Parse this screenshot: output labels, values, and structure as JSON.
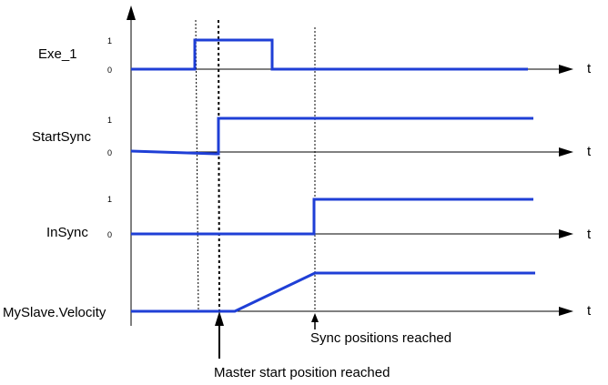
{
  "colors": {
    "signal": "#1f3fd6",
    "axis": "#000000",
    "background": "#ffffff"
  },
  "diagram": {
    "signals": [
      {
        "name": "Exe_1",
        "level_high": "1",
        "level_low": "0",
        "time_label": "t"
      },
      {
        "name": "StartSync",
        "level_high": "1",
        "level_low": "0",
        "time_label": "t"
      },
      {
        "name": "InSync",
        "level_high": "1",
        "level_low": "0",
        "time_label": "t"
      },
      {
        "name": "MySlave.Velocity",
        "time_label": "t"
      }
    ],
    "annotations": {
      "sync_reached": "Sync positions reached",
      "master_start": "Master start position reached"
    }
  }
}
